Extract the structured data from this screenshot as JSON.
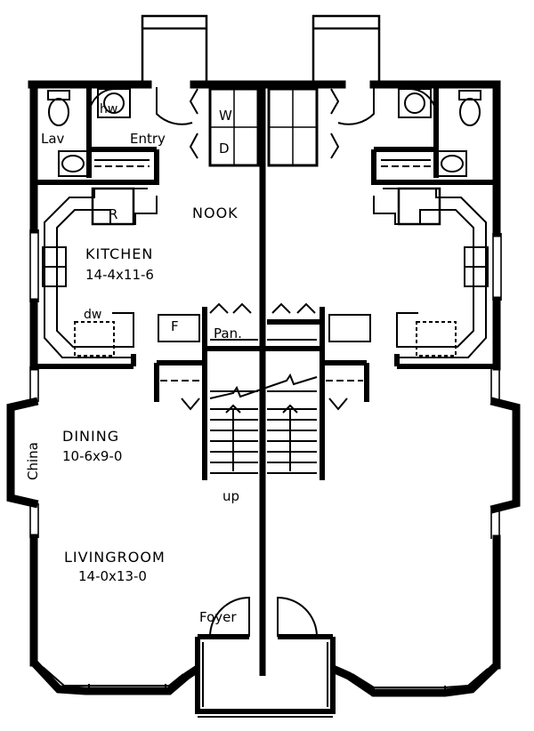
{
  "labels": {
    "lav": "Lav",
    "hw": "hw",
    "entry": "Entry",
    "washer": "W",
    "dryer": "D",
    "nook": "NOOK",
    "refrigerator": "R",
    "kitchen": "KITCHEN",
    "kitchen_dim": "14-4x11-6",
    "dishwasher": "dw",
    "freezer": "F",
    "pantry": "Pan.",
    "dining": "DINING",
    "dining_dim": "10-6x9-0",
    "china": "China",
    "stairs_up": "up",
    "livingroom": "LIVINGROOM",
    "livingroom_dim": "14-0x13-0",
    "foyer": "Foyer"
  }
}
